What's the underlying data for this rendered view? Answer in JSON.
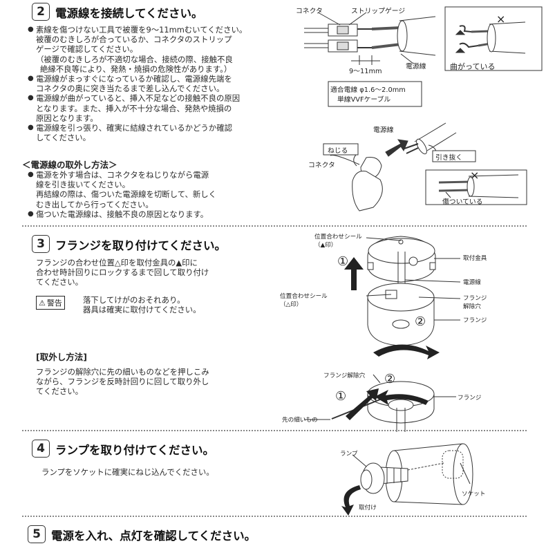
{
  "step2": {
    "num": "2",
    "title": "電源線を接続してください。",
    "bullets": [
      [
        "素線を傷つけない工具で被覆を9〜11mmむいてください。",
        "被覆のむきしろが合っているか、コネクタのストリップ",
        "ゲージで確認してください。",
        "（被覆のむきしろが不適切な場合、接続の際、接触不良",
        "絶縁不良等により、発熱・焼損の危険性があります。）"
      ],
      [
        "電源線がまっすぐになっているか確認し、電源線先端を",
        "コネクタの奥に突き当たるまで差し込んでください。"
      ],
      [
        "電源線が曲がっていると、挿入不足などの接触不良の原因",
        "となります。また、挿入が不十分な場合、発熱や焼損の",
        "原因となります。"
      ],
      [
        "電源線を引っ張り、確実に結線されているかどうか確認",
        "してください。"
      ]
    ],
    "removal_title": "＜電源線の取外し方法＞",
    "removal": [
      [
        "電源を外す場合は、コネクタをねじりながら電源",
        "線を引き抜いてください。",
        "再結線の際は、傷ついた電源線を切断して、新しく",
        "むき出してから行ってください。"
      ],
      [
        "傷ついた電源線は、接触不良の原因となります。"
      ]
    ],
    "diagram": {
      "connector": "コネクタ",
      "strip_gauge": "ストリップゲージ",
      "power_wire": "電源線",
      "dimension": "9〜11mm",
      "bent": "曲がっている",
      "spec_line1": "適合電線 φ1.6〜2.0mm",
      "spec_line2": "単線VVFケーブル",
      "power_wire2": "電源線",
      "twist": "ねじる",
      "pull_out": "引き抜く",
      "connector2": "コネクタ",
      "damaged": "傷ついている",
      "x_mark": "×"
    }
  },
  "step3": {
    "num": "3",
    "title": "フランジを取り付けてください。",
    "text": [
      "フランジの合わせ位置△印を取付金具の▲印に",
      "合わせ時計回りにロックするまで回して取り付け",
      "てください。"
    ],
    "warning_label": "警告",
    "warning_text": [
      "落下してけがのおそれあり。",
      "器具は確実に取付けてください。"
    ],
    "removal_title": "[取外し方法]",
    "removal_text": [
      "フランジの解除穴に先の細いものなどを押しこみ",
      "ながら、フランジを反時計回りに回して取り外し",
      "てください。"
    ],
    "diagram": {
      "seal_top_1": "位置合わせシール",
      "seal_top_2": "（▲印）",
      "bracket": "取付金具",
      "power_wire": "電源線",
      "seal_mid_1": "位置合わせシール",
      "seal_mid_2": "（△印）",
      "release_1": "フランジ",
      "release_2": "解除穴",
      "flange": "フランジ",
      "circle1": "①",
      "circle2": "②",
      "release_hole": "フランジ解除穴",
      "flange2": "フランジ",
      "thin_tool": "先の細いもの"
    }
  },
  "step4": {
    "num": "4",
    "title": "ランプを取り付けてください。",
    "text": "ランプをソケットに確実にねじ込んでください。",
    "diagram": {
      "lamp": "ランプ",
      "socket": "ソケット",
      "install": "取付け"
    }
  },
  "step5": {
    "num": "5",
    "title": "電源を入れ、点灯を確認してください。"
  }
}
